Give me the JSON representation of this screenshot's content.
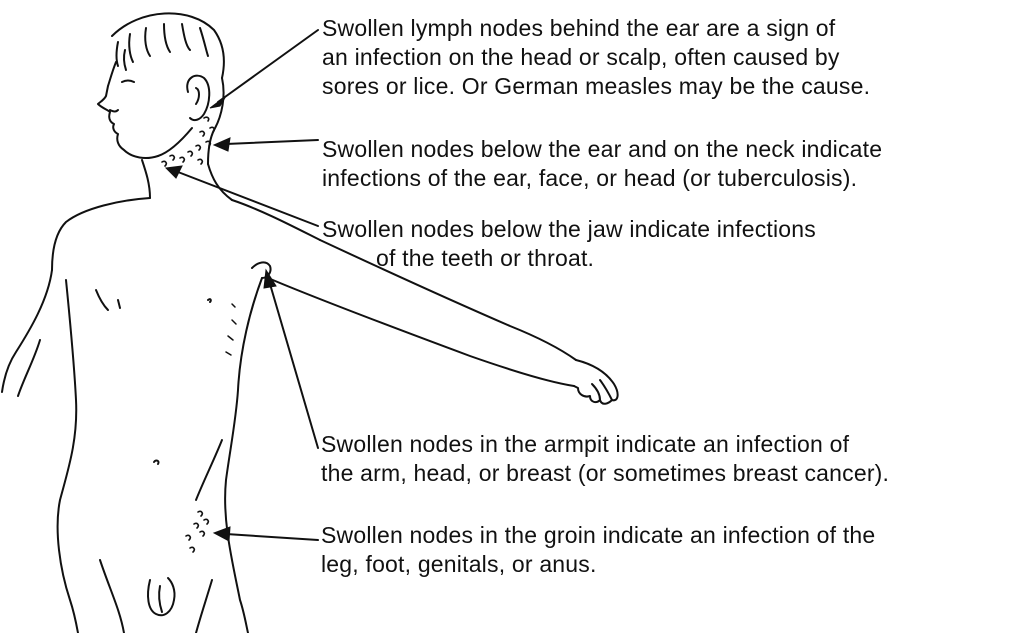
{
  "figure": {
    "subject": "lymph-node-locations",
    "icon": "human-figure-illustration"
  },
  "callouts": [
    {
      "lines": [
        "Swollen lymph nodes behind the ear are a sign of",
        "an infection on the head or scalp, often caused by",
        "sores or lice. Or German measles may be the cause."
      ]
    },
    {
      "lines": [
        "Swollen nodes below the ear and on the neck indicate",
        "infections of the ear, face, or head (or tuberculosis)."
      ]
    },
    {
      "lines": [
        "Swollen nodes below the jaw indicate infections",
        "of the teeth or throat."
      ]
    },
    {
      "lines": [
        "Swollen nodes in the armpit indicate an infection of",
        "the arm, head, or breast (or sometimes breast cancer)."
      ]
    },
    {
      "lines": [
        "Swollen nodes in the groin indicate an infection of the",
        "leg, foot, genitals, or anus."
      ]
    }
  ],
  "colors": {
    "ink": "#111111",
    "background": "#ffffff"
  }
}
